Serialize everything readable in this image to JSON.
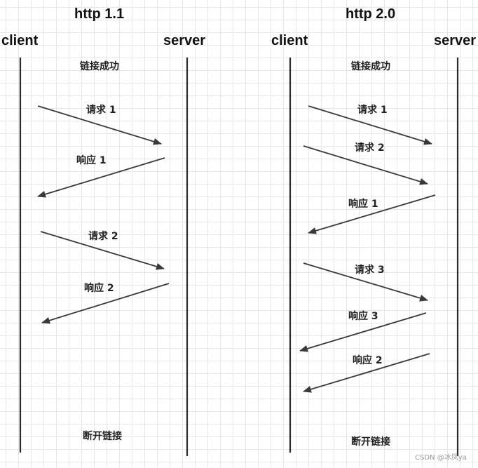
{
  "titles": {
    "left": "http 1.1",
    "right": "http 2.0"
  },
  "actors": {
    "left_client": "client",
    "left_server": "server",
    "right_client": "client",
    "right_server": "server"
  },
  "left": {
    "connect": "链接成功",
    "messages": [
      "请求 1",
      "响应 1",
      "请求 2",
      "响应 2"
    ],
    "disconnect": "断开链接"
  },
  "right": {
    "connect": "链接成功",
    "messages": [
      "请求 1",
      "请求 2",
      "响应 1",
      "请求 3",
      "响应 3",
      "响应 2"
    ],
    "disconnect": "断开链接"
  },
  "watermark": "CSDN @冰凤ya",
  "colors": {
    "line": "#2b2b2b",
    "arrow": "#3a3a3a",
    "grid": "#e6e6e6"
  }
}
